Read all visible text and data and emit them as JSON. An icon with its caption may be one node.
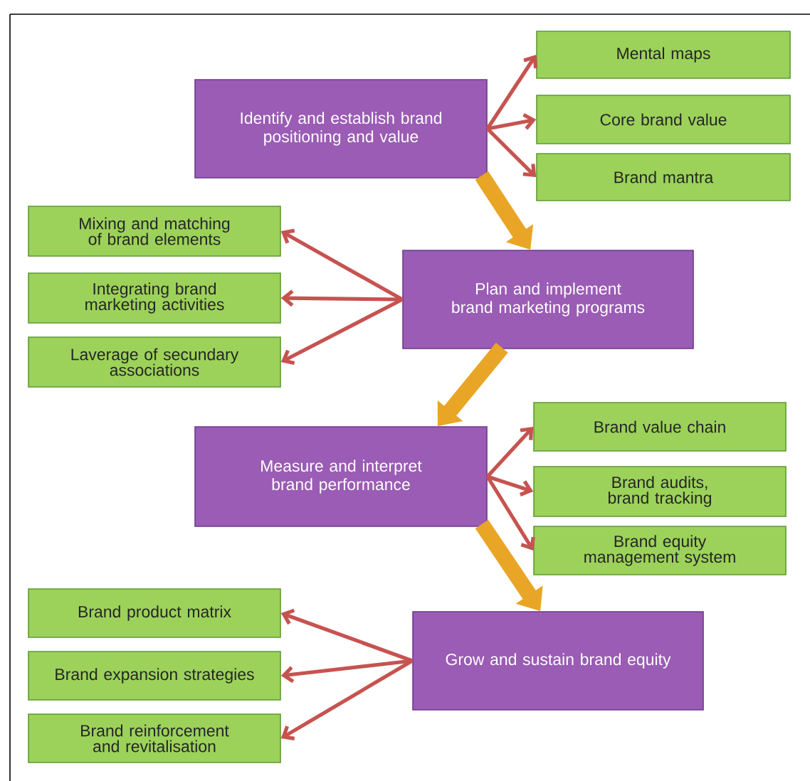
{
  "diagram": {
    "nodes": [
      {
        "text": [
          "Identify and establish brand positioning and value"
        ]
      },
      {
        "text": [
          "Mental maps"
        ]
      },
      {
        "text": [
          "Core brand value"
        ]
      },
      {
        "text": [
          "Brand mantra"
        ]
      },
      {
        "text": [
          "Plan and implement brand marketing programs"
        ]
      },
      {
        "text": [
          "Mixing and matching of brand elements"
        ]
      },
      {
        "text": [
          "Integrating brand marketing activities"
        ]
      },
      {
        "text": [
          "Laverage of secundary associations"
        ]
      },
      {
        "text": [
          "Measure and interpret brand performance"
        ]
      },
      {
        "text": [
          "Brand value chain"
        ]
      },
      {
        "text": [
          "Brand audits, brand tracking"
        ]
      },
      {
        "text": [
          "Brand equity management system"
        ]
      },
      {
        "text": [
          "Grow and sustain brand equity"
        ]
      },
      {
        "text": [
          "Brand product matrix"
        ]
      },
      {
        "text": [
          "Brand expansion strategies"
        ]
      },
      {
        "text": [
          "Brand reinforcement and revitalisation"
        ]
      }
    ],
    "edges": [
      {
        "from": 0,
        "to": 1,
        "arrow": "to"
      },
      {
        "from": 0,
        "to": 2,
        "arrow": "to"
      },
      {
        "from": 0,
        "to": 3,
        "arrow": "to"
      },
      {
        "from": 0,
        "to": 4,
        "arrow": "to",
        "style": "thick",
        "color": "#e8a526"
      },
      {
        "from": 4,
        "to": 5,
        "arrow": "to"
      },
      {
        "from": 4,
        "to": 6,
        "arrow": "to"
      },
      {
        "from": 4,
        "to": 7,
        "arrow": "to"
      },
      {
        "from": 4,
        "to": 8,
        "arrow": "to",
        "style": "thick",
        "color": "#e8a526"
      },
      {
        "from": 8,
        "to": 9,
        "arrow": "to"
      },
      {
        "from": 8,
        "to": 10,
        "arrow": "to"
      },
      {
        "from": 8,
        "to": 11,
        "arrow": "to"
      },
      {
        "from": 8,
        "to": 12,
        "arrow": "to",
        "style": "thick",
        "color": "#e8a526"
      },
      {
        "from": 12,
        "to": 13,
        "arrow": "to"
      },
      {
        "from": 12,
        "to": 14,
        "arrow": "to"
      },
      {
        "from": 12,
        "to": 15,
        "arrow": "to"
      }
    ]
  }
}
